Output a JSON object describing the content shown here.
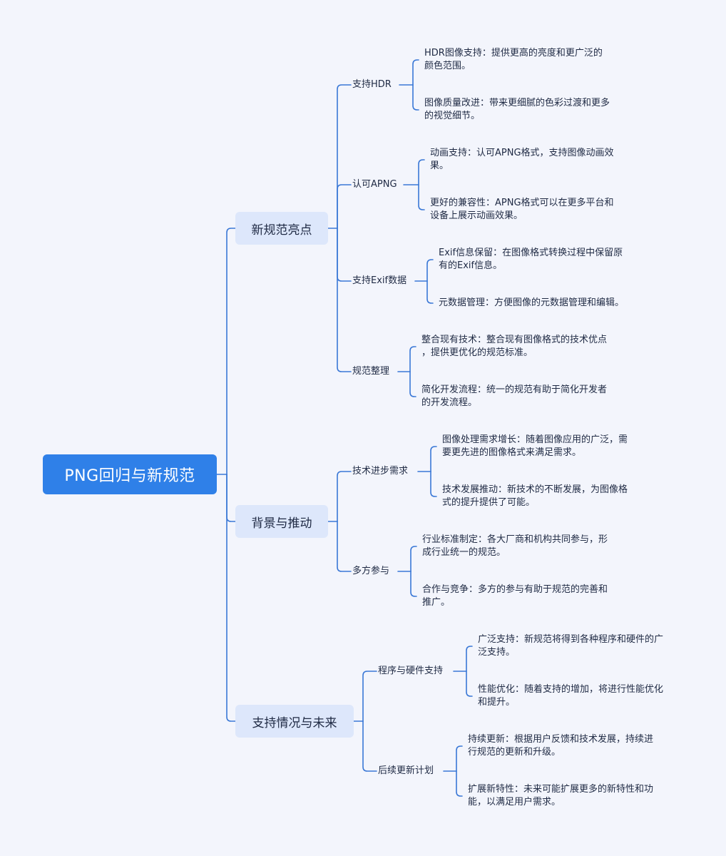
{
  "root": {
    "label": "PNG回归与新规范"
  },
  "branches": [
    {
      "label": "新规范亮点",
      "children": [
        {
          "label": "支持HDR",
          "leaves": [
            [
              "HDR图像支持：提供更高的亮度和更广泛的",
              "颜色范围。"
            ],
            [
              "图像质量改进：带来更细腻的色彩过渡和更多",
              "的视觉细节。"
            ]
          ]
        },
        {
          "label": "认可APNG",
          "leaves": [
            [
              "动画支持：认可APNG格式，支持图像动画效",
              "果。"
            ],
            [
              "更好的兼容性：APNG格式可以在更多平台和",
              "设备上展示动画效果。"
            ]
          ]
        },
        {
          "label": "支持Exif数据",
          "leaves": [
            [
              "Exif信息保留：在图像格式转换过程中保留原",
              "有的Exif信息。"
            ],
            [
              "元数据管理：方便图像的元数据管理和编辑。"
            ]
          ]
        },
        {
          "label": "规范整理",
          "leaves": [
            [
              "整合现有技术：整合现有图像格式的技术优点",
              "，提供更优化的规范标准。"
            ],
            [
              "简化开发流程：统一的规范有助于简化开发者",
              "的开发流程。"
            ]
          ]
        }
      ]
    },
    {
      "label": "背景与推动",
      "children": [
        {
          "label": "技术进步需求",
          "leaves": [
            [
              "图像处理需求增长：随着图像应用的广泛，需",
              "要更先进的图像格式来满足需求。"
            ],
            [
              "技术发展推动：新技术的不断发展，为图像格",
              "式的提升提供了可能。"
            ]
          ]
        },
        {
          "label": "多方参与",
          "leaves": [
            [
              "行业标准制定：各大厂商和机构共同参与，形",
              "成行业统一的规范。"
            ],
            [
              "合作与竞争：多方的参与有助于规范的完善和",
              "推广。"
            ]
          ]
        }
      ]
    },
    {
      "label": "支持情况与未来",
      "children": [
        {
          "label": "程序与硬件支持",
          "leaves": [
            [
              "广泛支持：新规范将得到各种程序和硬件的广",
              "泛支持。"
            ],
            [
              "性能优化：随着支持的增加，将进行性能优化",
              "和提升。"
            ]
          ]
        },
        {
          "label": "后续更新计划",
          "leaves": [
            [
              "持续更新：根据用户反馈和技术发展，持续进",
              "行规范的更新和升级。"
            ],
            [
              "扩展新特性：未来可能扩展更多的新特性和功",
              "能，以满足用户需求。"
            ]
          ]
        }
      ]
    }
  ],
  "colors": {
    "background": "#f3f5fc",
    "root": "#2f80e8",
    "branch_box": "#dde7fb",
    "connector": "#3a78d6",
    "text": "#1f2a44"
  }
}
